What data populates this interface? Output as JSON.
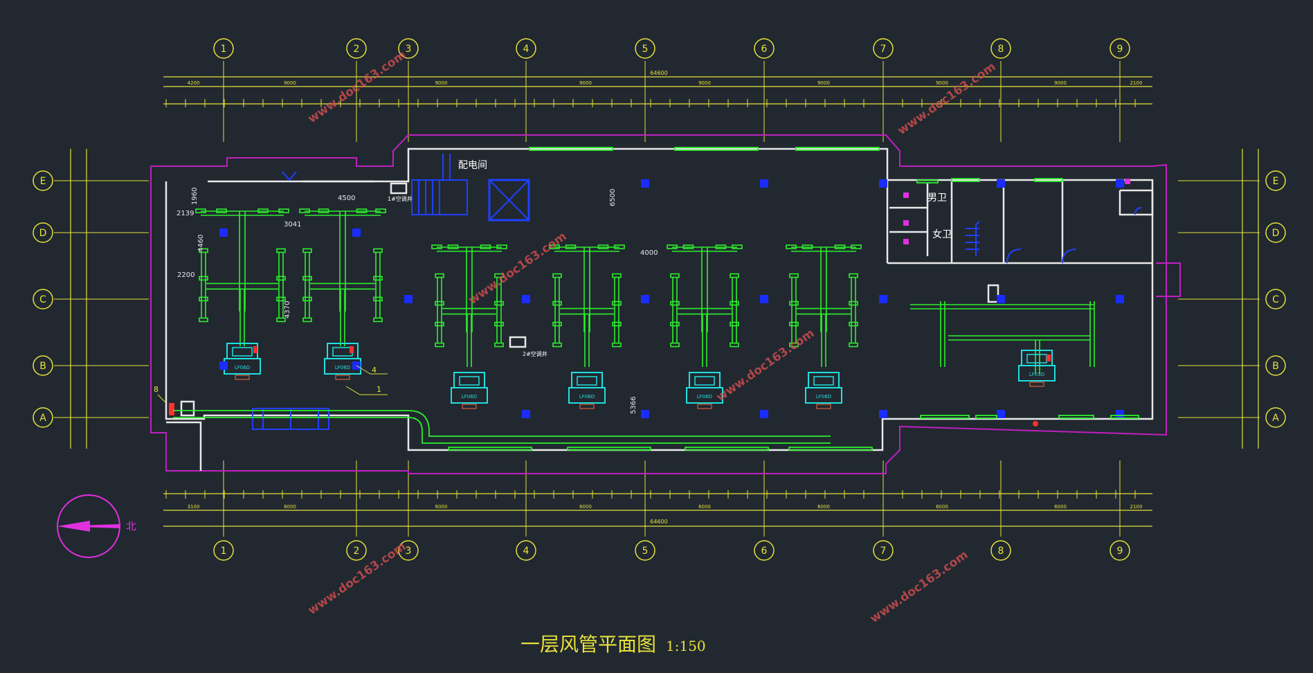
{
  "drawing": {
    "title": "一层风管平面图",
    "scale": "1:150",
    "north_label": "北",
    "room_labels": {
      "electric": "配电间",
      "male_wc": "男卫",
      "female_wc": "女卫",
      "shaft1": "1#空调井",
      "shaft2": "2#空调井"
    },
    "column_axes": [
      "1",
      "2",
      "3",
      "4",
      "5",
      "6",
      "7",
      "8",
      "9"
    ],
    "row_axes": [
      "E",
      "D",
      "C",
      "B",
      "A"
    ],
    "overall_dimension": "64600",
    "top_dimensions": [
      "4200",
      "9000",
      "9000",
      "9000",
      "9000",
      "9000",
      "9000",
      "9000",
      "2100"
    ],
    "bottom_dimensions": [
      "3100",
      "6000",
      "6000",
      "6000",
      "6000",
      "6000",
      "6000",
      "6000",
      "2100"
    ],
    "interior_dimensions": {
      "d1960": "1960",
      "d2139": "2139",
      "d4500": "4500",
      "d3041": "3041",
      "d4460": "4460",
      "d2200": "2200",
      "d4370": "4370",
      "d6500": "6500",
      "d4000": "4000",
      "d5366": "5366"
    },
    "callouts": [
      "4",
      "1",
      "8"
    ],
    "unit_labels": [
      "LF06D",
      "LF06D",
      "LF06D",
      "LF06D",
      "LF06D",
      "LF06D",
      "LF03D"
    ],
    "watermark": "www.doc163.com",
    "colors": {
      "background": "#212830",
      "axis": "#e8e23a",
      "wall": "#e9e9e9",
      "outline": "#c020c0",
      "duct": "#2cf02c",
      "unit": "#20e0e0",
      "column": "#1a2cff",
      "stair": "#2040ff",
      "accessory": "#ff3030",
      "watermark": "#e05050"
    }
  }
}
